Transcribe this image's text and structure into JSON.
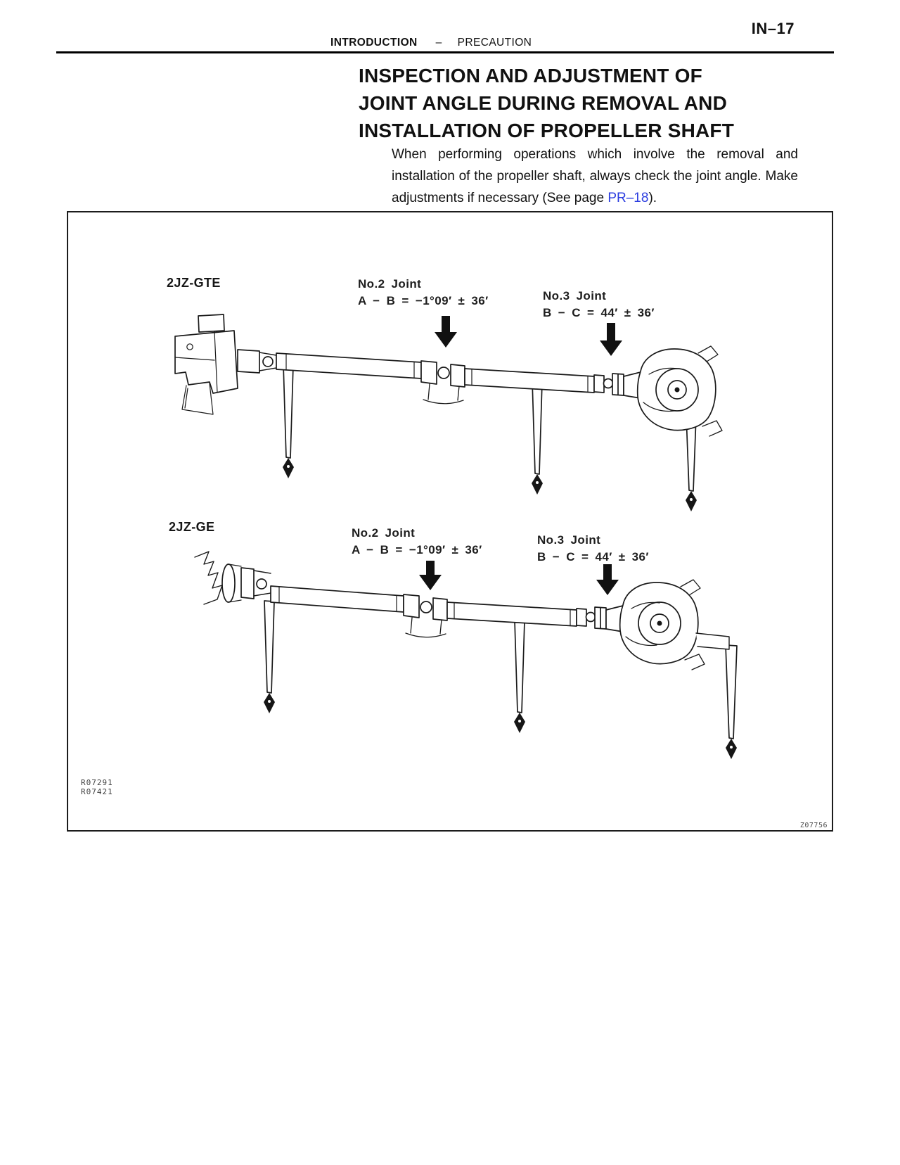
{
  "page": {
    "number": "IN–17",
    "section": "INTRODUCTION",
    "divider": "–",
    "subsection": "PRECAUTION"
  },
  "article": {
    "title_lines": [
      "INSPECTION AND ADJUSTMENT OF",
      "JOINT ANGLE DURING REMOVAL AND",
      "INSTALLATION OF PROPELLER SHAFT"
    ],
    "paragraph": {
      "before_link": "When performing operations which involve the removal and installation of the propeller shaft, always check the joint angle. Make adjustments if necessary (See page ",
      "link_text": "PR–18",
      "after_link": ").",
      "link_color": "#2a3ce0"
    }
  },
  "figure": {
    "diagrams": [
      {
        "model": "2JZ-GTE",
        "joints": [
          {
            "name": "No.2 Joint",
            "spec": "A − B = −1°09′ ± 36′"
          },
          {
            "name": "No.3 Joint",
            "spec": "B − C = 44′ ± 36′"
          }
        ]
      },
      {
        "model": "2JZ-GE",
        "joints": [
          {
            "name": "No.2 Joint",
            "spec": "A − B = −1°09′ ± 36′"
          },
          {
            "name": "No.3 Joint",
            "spec": "B − C = 44′ ± 36′"
          }
        ]
      }
    ],
    "ref_codes": [
      "R07291",
      "R07421"
    ],
    "drawing_code": "Z07756"
  }
}
